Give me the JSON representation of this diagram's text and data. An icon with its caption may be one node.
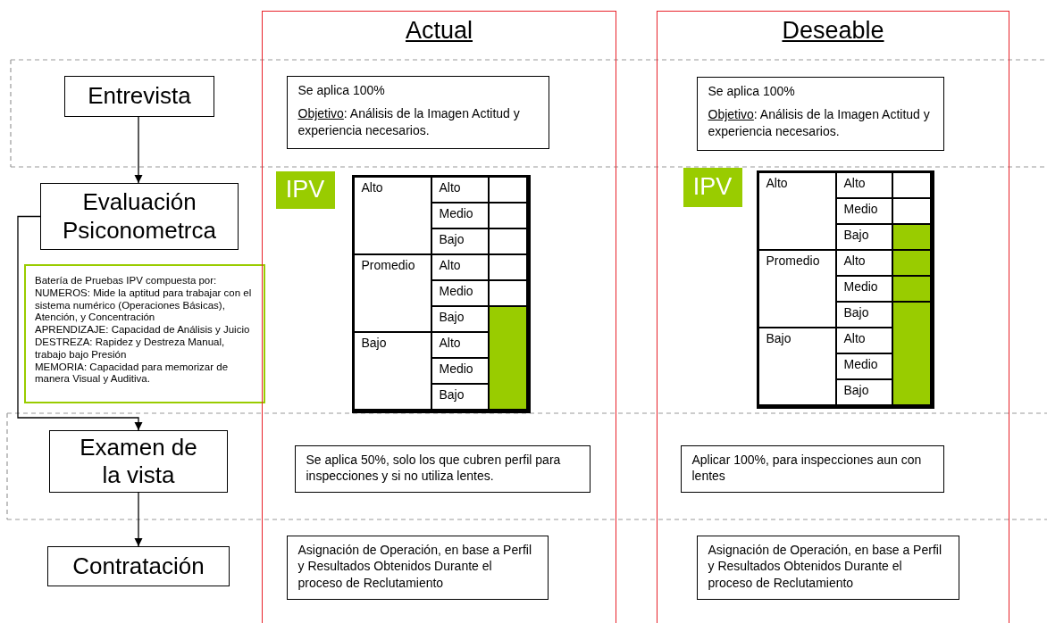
{
  "diagram": {
    "nodes": [
      {
        "text": [
          "Entrevista"
        ]
      },
      {
        "text": [
          "Evaluación Psiconometrca"
        ]
      },
      {
        "text": [
          "Batería de Pruebas IPV  compuesta por:",
          "NUMEROS: Mide la aptitud para trabajar con el sistema numérico (Operaciones Básicas), Atención, y Concentración",
          "APRENDIZAJE: Capacidad de Análisis y Juicio",
          "DESTREZA: Rapidez y Destreza Manual, trabajo bajo Presión",
          "MEMORIA: Capacidad para memorizar de manera Visual y Auditiva."
        ]
      },
      {
        "text": [
          "Examen de la vista"
        ]
      },
      {
        "text": [
          "Contratación"
        ]
      },
      {
        "text": [
          "Actual"
        ]
      },
      {
        "text": [
          "Se aplica 100%",
          "Objetivo: Análisis de la  Imagen Actitud y experiencia necesarios."
        ],
        "in": 5
      },
      {
        "text": [
          "IPV"
        ],
        "in": 5
      },
      {
        "text": [
          "Se aplica 50%, solo los que cubren perfil para inspecciones y si no utiliza lentes."
        ],
        "in": 5
      },
      {
        "text": [
          "Asignación de Operación, en base a Perfil y Resultados Obtenidos Durante el proceso de Reclutamiento"
        ],
        "in": 5
      },
      {
        "text": [
          "Deseable"
        ]
      },
      {
        "text": [
          "Se aplica 100%",
          "Objetivo: Análisis de la  Imagen Actitud y experiencia necesarios."
        ],
        "in": 10
      },
      {
        "text": [
          "IPV"
        ],
        "in": 10
      },
      {
        "text": [
          "Aplicar  100%, para inspecciones aun con lentes"
        ],
        "in": 10
      },
      {
        "text": [
          "Asignación de Operación, en base a Perfil y Resultados Obtenidos Durante el proceso de Reclutamiento"
        ],
        "in": 10
      }
    ],
    "edges": [
      {
        "from": 0,
        "to": 1,
        "arrow": "to"
      },
      {
        "from": 1,
        "to": 3,
        "arrow": "to"
      },
      {
        "from": 3,
        "to": 4,
        "arrow": "to"
      }
    ],
    "labels": [
      "Alto",
      "Alto",
      "Medio",
      "Bajo",
      "Promedio",
      "Alto",
      "Medio",
      "Bajo",
      "Bajo",
      "Alto",
      "Medio",
      "Bajo",
      "Alto",
      "Alto",
      "Medio",
      "Bajo",
      "Promedio",
      "Alto",
      "Medio",
      "Bajo",
      "Bajo",
      "Alto",
      "Medio",
      "Bajo"
    ]
  }
}
